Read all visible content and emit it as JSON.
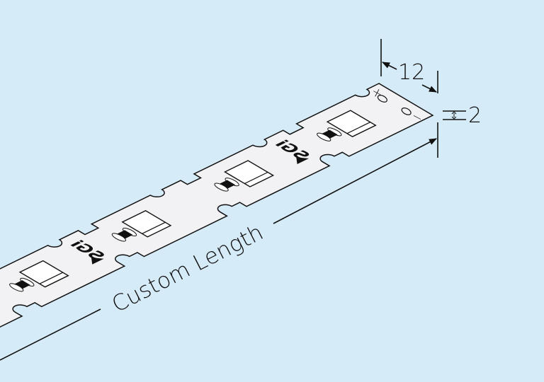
{
  "colors": {
    "background": "#d6ebf8",
    "strip": "#f2f2f4",
    "line": "#111111"
  },
  "dimensions": {
    "width_label": "12",
    "thickness_label": "2",
    "length_label": "Custom Length"
  },
  "strip": {
    "polarity_plus": "+",
    "polarity_minus": "−",
    "logo_text": "SGi",
    "led_count_visible": 4
  }
}
